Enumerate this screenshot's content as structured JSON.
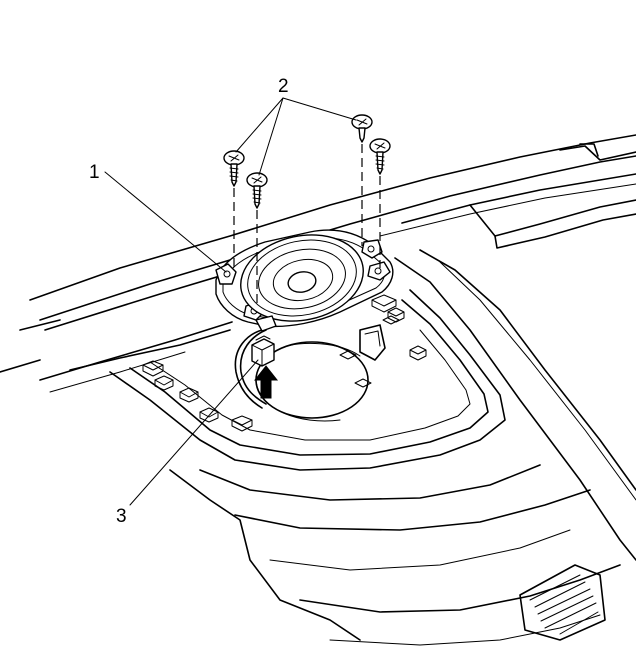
{
  "callouts": [
    {
      "number": "1"
    },
    {
      "number": "2"
    },
    {
      "number": "3"
    }
  ],
  "colors": {
    "line": "#000000",
    "background": "#ffffff"
  },
  "icons": {
    "install_direction": "up-arrow-icon"
  }
}
